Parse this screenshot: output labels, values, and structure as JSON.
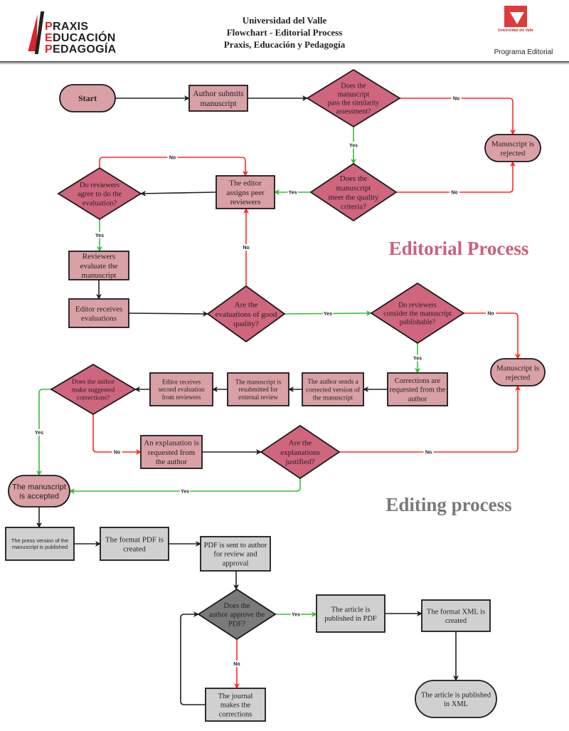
{
  "header": {
    "left_logo": {
      "lines": [
        {
          "cap": "P",
          "rest": "RAXIS"
        },
        {
          "cap": "E",
          "rest": "DUCACIÓN"
        },
        {
          "cap": "P",
          "rest": "EDAGOGÍA"
        }
      ]
    },
    "title_lines": [
      "Universidad del Valle",
      "Flowchart - Editorial Process",
      "Praxis, Educación y Pedagogía"
    ],
    "right_logo": {
      "university": "Universidad del Valle",
      "program": "Programa Editorial"
    }
  },
  "colors": {
    "pink_process": "#d9a0a5",
    "pink_decision": "#d0657e",
    "gray_process": "#d0d0d0",
    "gray_decision": "#7a7a7a",
    "yes_line": "#3dbb3d",
    "no_line": "#ff2a2a",
    "neutral_line": "#222222",
    "editorial_title": "#cc5f79",
    "editing_title": "#7a7a7a"
  },
  "sections": [
    {
      "id": "editorial",
      "title": "Editorial Process",
      "color_key": "editorial_title"
    },
    {
      "id": "editing",
      "title": "Editing process",
      "color_key": "editing_title"
    }
  ],
  "nodes": [
    {
      "id": "start",
      "type": "terminal",
      "theme": "pink",
      "lines": [
        "Start"
      ],
      "bold": true
    },
    {
      "id": "submit",
      "type": "process",
      "theme": "pink",
      "lines": [
        "Author submits",
        "manuscript"
      ]
    },
    {
      "id": "similarity",
      "type": "decision",
      "theme": "pink",
      "lines": [
        "Does the",
        "manuscript",
        "pass the similarity",
        "assessment?"
      ]
    },
    {
      "id": "rejected1",
      "type": "terminal",
      "theme": "pink",
      "lines": [
        "Manuscript is",
        "rejected"
      ]
    },
    {
      "id": "quality",
      "type": "decision",
      "theme": "pink",
      "lines": [
        "Does the",
        "manuscript",
        "meet the quality",
        "criteria?"
      ]
    },
    {
      "id": "assign",
      "type": "process",
      "theme": "pink",
      "lines": [
        "The editor",
        "assigns peer",
        "reviewers"
      ]
    },
    {
      "id": "agree",
      "type": "decision",
      "theme": "pink",
      "lines": [
        "Do reviewers",
        "agree to do the",
        "evaluation?"
      ]
    },
    {
      "id": "evaluate",
      "type": "process",
      "theme": "pink",
      "lines": [
        "Reviewers",
        "evaluate the",
        "manuscript"
      ]
    },
    {
      "id": "receives",
      "type": "process",
      "theme": "pink",
      "lines": [
        "Editor receives",
        "evaluations"
      ]
    },
    {
      "id": "goodq",
      "type": "decision",
      "theme": "pink",
      "lines": [
        "Are the",
        "evaluations of good",
        "quality?"
      ]
    },
    {
      "id": "publishable",
      "type": "decision",
      "theme": "pink",
      "lines": [
        "Do reviewers",
        "consider the manuscript",
        "publishable?"
      ]
    },
    {
      "id": "rejected2",
      "type": "terminal",
      "theme": "pink",
      "lines": [
        "Manuscript is",
        "rejected"
      ]
    },
    {
      "id": "corrreq",
      "type": "process",
      "theme": "pink",
      "lines": [
        "Corrections are",
        "requested from the",
        "author"
      ]
    },
    {
      "id": "sends",
      "type": "process",
      "theme": "pink",
      "lines": [
        "The author sends a",
        "corrected version of",
        "the manuscript"
      ]
    },
    {
      "id": "resub",
      "type": "process",
      "theme": "pink",
      "lines": [
        "The manuscript is",
        "resubmitted for",
        "external review"
      ]
    },
    {
      "id": "second",
      "type": "process",
      "theme": "pink",
      "lines": [
        "Editor receives",
        "second evaluation",
        "from reviewers"
      ]
    },
    {
      "id": "makecorr",
      "type": "decision",
      "theme": "pink",
      "lines": [
        "Does the author",
        "make suggested",
        "corrections?"
      ]
    },
    {
      "id": "explreq",
      "type": "process",
      "theme": "pink",
      "lines": [
        "An explanation is",
        "requested from",
        "the author"
      ]
    },
    {
      "id": "justified",
      "type": "decision",
      "theme": "pink",
      "lines": [
        "Are the",
        "explanations",
        "justified?"
      ]
    },
    {
      "id": "accepted",
      "type": "terminal",
      "theme": "pink",
      "lines": [
        "The manuscript",
        "is accepted"
      ],
      "sans": true
    },
    {
      "id": "press",
      "type": "process",
      "theme": "gray",
      "lines": [
        "The press version of the",
        "manuscript is published"
      ],
      "sans": true
    },
    {
      "id": "pdfcreated",
      "type": "process",
      "theme": "gray",
      "lines": [
        "The format PDF is",
        "created"
      ]
    },
    {
      "id": "pdfsent",
      "type": "process",
      "theme": "gray",
      "lines": [
        "PDF is sent to author",
        "for review and",
        "approval"
      ]
    },
    {
      "id": "approve",
      "type": "decision",
      "theme": "gray",
      "lines": [
        "Does the",
        "author approve the",
        "PDF?"
      ]
    },
    {
      "id": "journalcorr",
      "type": "process",
      "theme": "gray",
      "lines": [
        "The journal",
        "makes the",
        "corrections"
      ]
    },
    {
      "id": "pubpdf",
      "type": "process",
      "theme": "gray",
      "lines": [
        "The article is",
        "published in PDF"
      ]
    },
    {
      "id": "xmlcreated",
      "type": "process",
      "theme": "gray",
      "lines": [
        "The format XML is",
        "created"
      ]
    },
    {
      "id": "pubxml",
      "type": "terminal",
      "theme": "gray",
      "lines": [
        "The article is published",
        "in XML"
      ]
    }
  ],
  "edges": [
    {
      "from": "start",
      "to": "submit",
      "kind": "neutral",
      "label": ""
    },
    {
      "from": "submit",
      "to": "similarity",
      "kind": "neutral",
      "label": ""
    },
    {
      "from": "similarity",
      "to": "rejected1",
      "kind": "no",
      "label": "No"
    },
    {
      "from": "similarity",
      "to": "quality",
      "kind": "yes",
      "label": "Yes"
    },
    {
      "from": "quality",
      "to": "rejected1",
      "kind": "no",
      "label": "No"
    },
    {
      "from": "quality",
      "to": "assign",
      "kind": "yes",
      "label": "Yes"
    },
    {
      "from": "assign",
      "to": "agree",
      "kind": "neutral",
      "label": ""
    },
    {
      "from": "agree",
      "to": "assign",
      "kind": "no",
      "label": "No"
    },
    {
      "from": "agree",
      "to": "evaluate",
      "kind": "yes",
      "label": "Yes"
    },
    {
      "from": "evaluate",
      "to": "receives",
      "kind": "neutral",
      "label": ""
    },
    {
      "from": "receives",
      "to": "goodq",
      "kind": "neutral",
      "label": ""
    },
    {
      "from": "goodq",
      "to": "assign",
      "kind": "no",
      "label": "No"
    },
    {
      "from": "goodq",
      "to": "publishable",
      "kind": "yes",
      "label": "Yes"
    },
    {
      "from": "publishable",
      "to": "rejected2",
      "kind": "no",
      "label": "No"
    },
    {
      "from": "publishable",
      "to": "corrreq",
      "kind": "yes",
      "label": "Yes"
    },
    {
      "from": "corrreq",
      "to": "sends",
      "kind": "neutral",
      "label": ""
    },
    {
      "from": "sends",
      "to": "resub",
      "kind": "neutral",
      "label": ""
    },
    {
      "from": "resub",
      "to": "second",
      "kind": "neutral",
      "label": ""
    },
    {
      "from": "second",
      "to": "makecorr",
      "kind": "neutral",
      "label": ""
    },
    {
      "from": "makecorr",
      "to": "accepted",
      "kind": "yes",
      "label": "Yes"
    },
    {
      "from": "makecorr",
      "to": "explreq",
      "kind": "no",
      "label": "No"
    },
    {
      "from": "explreq",
      "to": "justified",
      "kind": "neutral",
      "label": ""
    },
    {
      "from": "justified",
      "to": "rejected2",
      "kind": "no",
      "label": "No"
    },
    {
      "from": "justified",
      "to": "accepted",
      "kind": "yes",
      "label": "Yes"
    },
    {
      "from": "accepted",
      "to": "press",
      "kind": "neutral",
      "label": ""
    },
    {
      "from": "press",
      "to": "pdfcreated",
      "kind": "neutral",
      "label": ""
    },
    {
      "from": "pdfcreated",
      "to": "pdfsent",
      "kind": "neutral",
      "label": ""
    },
    {
      "from": "pdfsent",
      "to": "approve",
      "kind": "neutral",
      "label": ""
    },
    {
      "from": "approve",
      "to": "pubpdf",
      "kind": "yes",
      "label": "Yes"
    },
    {
      "from": "approve",
      "to": "journalcorr",
      "kind": "no",
      "label": "No"
    },
    {
      "from": "journalcorr",
      "to": "approve",
      "kind": "neutral",
      "label": ""
    },
    {
      "from": "pubpdf",
      "to": "xmlcreated",
      "kind": "neutral",
      "label": ""
    },
    {
      "from": "xmlcreated",
      "to": "pubxml",
      "kind": "neutral",
      "label": ""
    }
  ]
}
